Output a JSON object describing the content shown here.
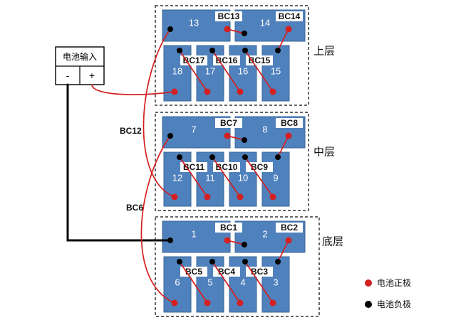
{
  "input_box": {
    "title": "电池输入",
    "minus_label": "-",
    "plus_label": "+"
  },
  "layers": [
    {
      "name": "上层",
      "top_cells": [
        "13",
        "14"
      ],
      "top_connectors": [
        "BC13",
        "BC14"
      ],
      "bottom_cells": [
        "18",
        "17",
        "16",
        "15"
      ],
      "bottom_connectors": [
        "BC17",
        "BC16",
        "BC15"
      ],
      "outer_connector": null
    },
    {
      "name": "中层",
      "top_cells": [
        "7",
        "8"
      ],
      "top_connectors": [
        "BC7",
        "BC8"
      ],
      "bottom_cells": [
        "12",
        "11",
        "10",
        "9"
      ],
      "bottom_connectors": [
        "BC11",
        "BC10",
        "BC9"
      ],
      "outer_connector": "BC12"
    },
    {
      "name": "底层",
      "top_cells": [
        "1",
        "2"
      ],
      "top_connectors": [
        "BC1",
        "BC2"
      ],
      "bottom_cells": [
        "6",
        "5",
        "4",
        "3"
      ],
      "bottom_connectors": [
        "BC5",
        "BC4",
        "BC3"
      ],
      "outer_connector": "BC6"
    }
  ],
  "legend": [
    {
      "symbol": "red-dot",
      "label": "电池正极",
      "color": "#d42020"
    },
    {
      "symbol": "black-dot",
      "label": "电池负极",
      "color": "#000000"
    }
  ],
  "colors": {
    "cell_fill": "#4f81bd",
    "cell_border": "#3a6696",
    "positive_wire": "#d42020",
    "negative_wire": "#000000"
  }
}
